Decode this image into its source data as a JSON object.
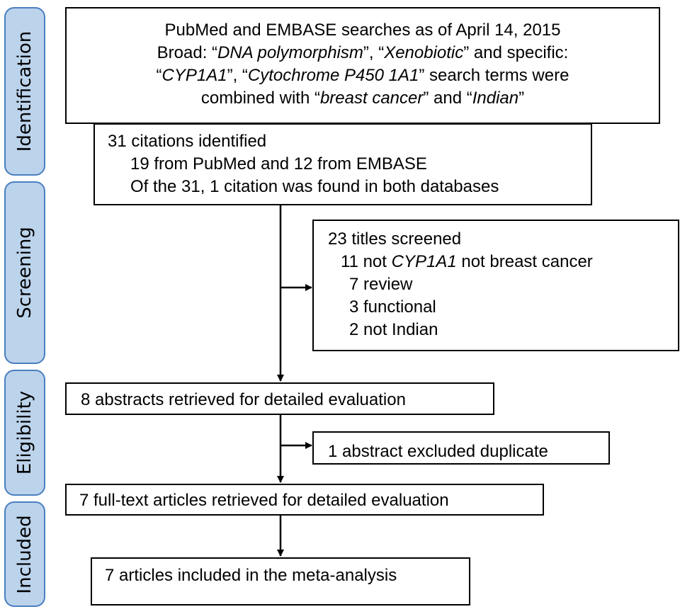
{
  "phases": {
    "identification": "Identification",
    "screening": "Screening",
    "eligibility": "Eligibility",
    "included": "Included"
  },
  "search_box": {
    "line1": "PubMed and EMBASE searches as of April 14, 2015",
    "line2": {
      "p1": "Broad: “",
      "i1": "DNA polymorphism",
      "p2": "”, “",
      "i2": "Xenobiotic",
      "p3": "” and specific:"
    },
    "line3": {
      "p1": "“",
      "i1": "CYP1A1",
      "p2": "”, “",
      "i2": "Cytochrome P450 1A1",
      "p3": "” search terms were"
    },
    "line4": {
      "p1": "combined with “",
      "i1": "breast cancer",
      "p2": "” and “",
      "i2": "Indian",
      "p3": "”"
    }
  },
  "citations_box": {
    "line1": "31 citations identified",
    "line2": "19 from PubMed and 12 from EMBASE",
    "line3": "Of the 31, 1 citation was found in both databases"
  },
  "screened_box": {
    "line1": "23 titles screened",
    "line2": {
      "p1": "11 not ",
      "i1": "CYP1A1",
      "p2": " not breast cancer"
    },
    "line3": "7 review",
    "line4": "3 functional",
    "line5": "2 not Indian"
  },
  "abstracts_box": {
    "text": "8 abstracts retrieved for detailed evaluation"
  },
  "excluded_box": {
    "text": "1 abstract excluded duplicate"
  },
  "fulltext_box": {
    "text": "7 full-text articles retrieved for detailed evaluation"
  },
  "included_box": {
    "text": "7 articles included in the meta-analysis"
  }
}
